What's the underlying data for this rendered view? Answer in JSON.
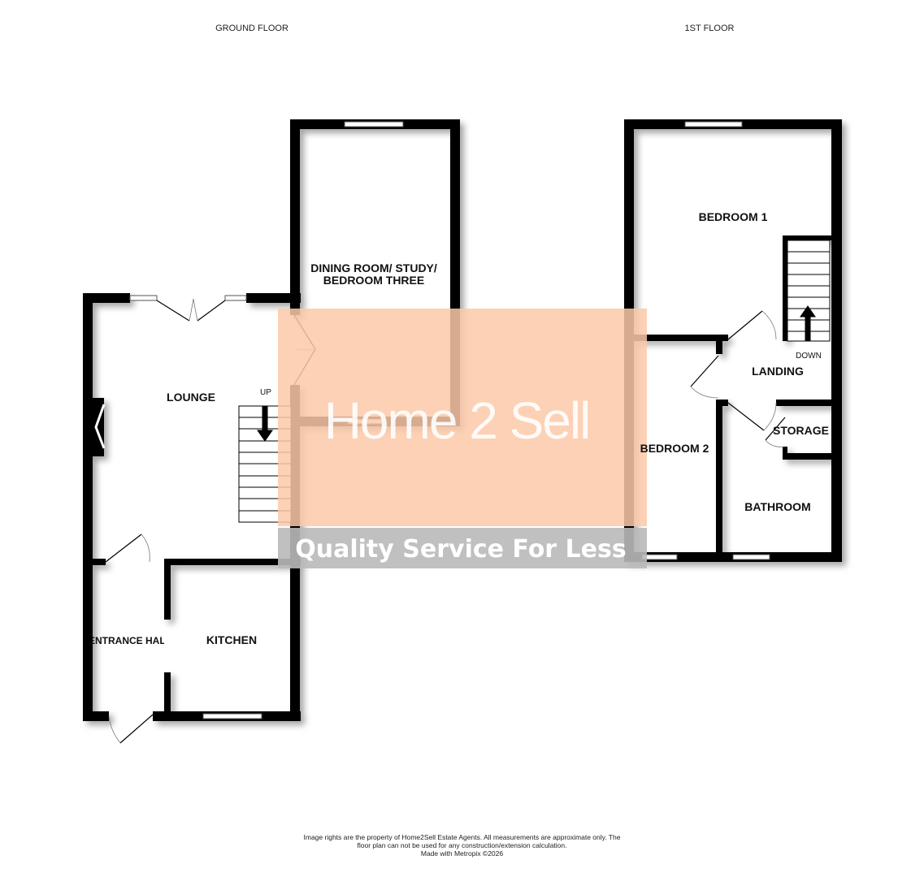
{
  "floors": {
    "ground": {
      "title": "GROUND FLOOR",
      "rooms": {
        "lounge": "LOUNGE",
        "dining": [
          "DINING ROOM/ STUDY/",
          "BEDROOM THREE"
        ],
        "entrance_hall": "ENTRANCE HALL",
        "kitchen": "KITCHEN"
      },
      "stairs_label": "UP"
    },
    "first": {
      "title": "1ST FLOOR",
      "rooms": {
        "bedroom1": "BEDROOM 1",
        "bedroom2": "BEDROOM 2",
        "landing": "LANDING",
        "storage": "STORAGE",
        "bathroom": "BATHROOM"
      },
      "stairs_label": "DOWN"
    }
  },
  "watermark": {
    "brand": "Home 2 Sell",
    "slogan": "Quality Service For Less",
    "colors": {
      "panel": "#fcc9a8",
      "band": "#b9b9b9"
    }
  },
  "footer": {
    "line1": "Image rights are the property of Home2Sell Estate Agents. All measurements are approximate only. The",
    "line2": "floor plan can not be used for any construction/extension calculation.",
    "line3": "Made with Metropix ©2026"
  }
}
